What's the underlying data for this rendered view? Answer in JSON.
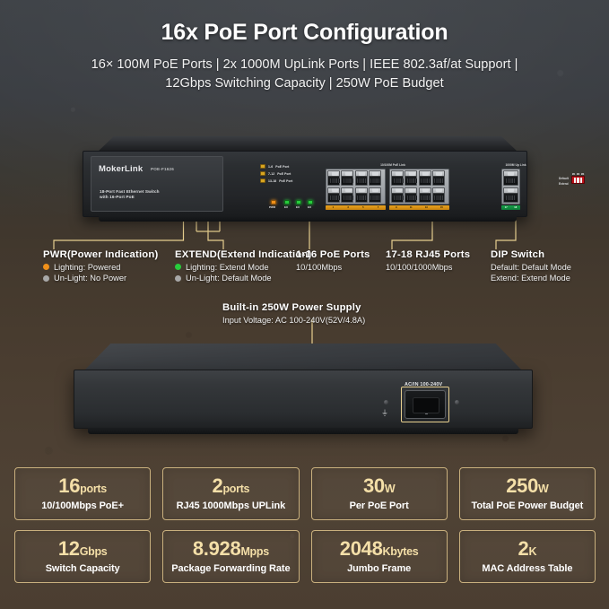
{
  "header": {
    "title": "16x PoE Port Configuration",
    "subtitle_line1": "16× 100M PoE Ports  | 2x 1000M UpLink Ports | IEEE 802.3af/at Support |",
    "subtitle_line2": "12Gbps Switching Capacity | 250W PoE Budget"
  },
  "device_front": {
    "brand": "MokerLink",
    "model": "POE-F1626",
    "description_line1": "18-Port Fast Ethernet Switch",
    "description_line2": "with 16-Port PoE",
    "poe_link_label": "10/100M PoE Link",
    "uplink_label": "1000M Up Link",
    "led_groups": [
      {
        "range": "1-6",
        "label": "PoE Port"
      },
      {
        "range": "7-12",
        "label": "PoE Port"
      },
      {
        "range": "13-18",
        "label": "PoE Port"
      }
    ],
    "status_leds": [
      {
        "name": "PWR",
        "color": "#f0901a"
      },
      {
        "name": "EX",
        "color": "#27cc3c"
      },
      {
        "name": "EX",
        "color": "#27cc3c"
      },
      {
        "name": "EX",
        "color": "#27cc3c"
      }
    ],
    "poe_port_numbers_left": [
      "1",
      "3",
      "5",
      "7",
      "2",
      "4",
      "6",
      "8"
    ],
    "poe_port_numbers_right": [
      "9",
      "11",
      "13",
      "15",
      "10",
      "12",
      "14",
      "16"
    ],
    "uplink_port_numbers": [
      "17",
      "18"
    ],
    "dip": {
      "default_label": "Default",
      "extend_label": "Extend",
      "switch_numbers": [
        "M1",
        "M2",
        "M3"
      ]
    }
  },
  "device_rear": {
    "ac_label": "AC/IN 100-240V"
  },
  "callouts": [
    {
      "id": "pwr",
      "title": "PWR(Power Indication)",
      "lines": [
        {
          "dot": "#f0901a",
          "text": "Lighting: Powered"
        },
        {
          "dot": "#a8a8a8",
          "text": "Un-Light: No Power"
        }
      ]
    },
    {
      "id": "extend",
      "title": "EXTEND(Extend Indication)",
      "lines": [
        {
          "dot": "#27cc3c",
          "text": "Lighting: Extend Mode"
        },
        {
          "dot": "#a8a8a8",
          "text": "Un-Light: Default Mode"
        }
      ]
    },
    {
      "id": "poe-ports",
      "title": "1-16 PoE Ports",
      "lines": [
        {
          "dot": "",
          "text": "10/100Mbps"
        }
      ]
    },
    {
      "id": "rj45-ports",
      "title": "17-18 RJ45 Ports",
      "lines": [
        {
          "dot": "",
          "text": "10/100/1000Mbps"
        }
      ]
    },
    {
      "id": "dip-switch",
      "title": "DIP Switch",
      "lines": [
        {
          "dot": "",
          "text": "Default: Default Mode"
        },
        {
          "dot": "",
          "text": "Extend: Extend Mode"
        }
      ]
    },
    {
      "id": "power-supply",
      "title": "Built-in 250W Power Supply",
      "lines": [
        {
          "dot": "",
          "text": "Input Voltage: AC 100-240V(52V/4.8A)"
        }
      ]
    }
  ],
  "specs": [
    [
      {
        "num": "16",
        "unit": "ports",
        "desc": "10/100Mbps PoE+"
      },
      {
        "num": "2",
        "unit": "ports",
        "desc": "RJ45 1000Mbps UPLink"
      },
      {
        "num": "30",
        "unit": "W",
        "desc": "Per PoE Port"
      },
      {
        "num": "250",
        "unit": "W",
        "desc": "Total PoE Power Budget"
      }
    ],
    [
      {
        "num": "12",
        "unit": "Gbps",
        "desc": "Switch Capacity"
      },
      {
        "num": "8.928",
        "unit": "Mpps",
        "desc": "Package Forwarding Rate"
      },
      {
        "num": "2048",
        "unit": "Kbytes",
        "desc": "Jumbo Frame"
      },
      {
        "num": "2",
        "unit": "K",
        "desc": "MAC Address Table"
      }
    ]
  ],
  "colors": {
    "callout_line": "#e7cf8f",
    "spec_border": "#c9b07e",
    "spec_value": "#f4dfa8",
    "led_power": "#f0901a",
    "led_extend": "#27cc3c",
    "led_off": "#a8a8a8"
  }
}
